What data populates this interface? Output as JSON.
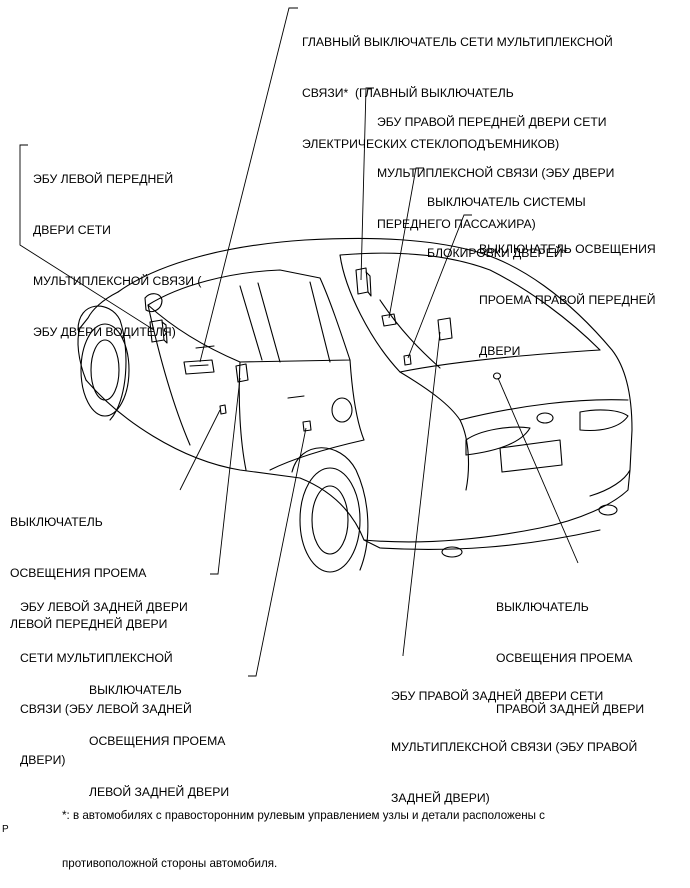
{
  "callouts": {
    "main_switch": [
      "ГЛАВНЫЙ ВЫКЛЮЧАТЕЛЬ СЕТИ МУЛЬТИПЛЕКСНОЙ",
      "СВЯЗИ*  (ГЛАВНЫЙ ВЫКЛЮЧАТЕЛЬ",
      "ЭЛЕКТРИЧЕСКИХ СТЕКЛОПОДЪЕМНИКОВ)"
    ],
    "front_right_ecu": [
      "ЭБУ ПРАВОЙ ПЕРЕДНЕЙ ДВЕРИ СЕТИ",
      "МУЛЬТИПЛЕКСНОЙ СВЯЗИ (ЭБУ ДВЕРИ",
      "ПЕРЕДНЕГО ПАССАЖИРА)"
    ],
    "front_left_ecu": [
      "ЭБУ ЛЕВОЙ ПЕРЕДНЕЙ",
      "ДВЕРИ СЕТИ",
      "МУЛЬТИПЛЕКСНОЙ СВЯЗИ (",
      "ЭБУ ДВЕРИ ВОДИТЕЛЯ)"
    ],
    "door_lock_switch": [
      "ВЫКЛЮЧАТЕЛЬ СИСТЕМЫ",
      "БЛОКИРОВКИ ДВЕРЕЙ*"
    ],
    "front_right_courtesy": [
      "ВЫКЛЮЧАТЕЛЬ ОСВЕЩЕНИЯ",
      "ПРОЕМА ПРАВОЙ ПЕРЕДНЕЙ",
      "ДВЕРИ"
    ],
    "front_left_courtesy": [
      "ВЫКЛЮЧАТЕЛЬ",
      "ОСВЕЩЕНИЯ ПРОЕМА",
      "ЛЕВОЙ ПЕРЕДНЕЙ ДВЕРИ"
    ],
    "rear_left_ecu": [
      "ЭБУ ЛЕВОЙ ЗАДНЕЙ ДВЕРИ",
      "СЕТИ МУЛЬТИПЛЕКСНОЙ",
      "СВЯЗИ (ЭБУ ЛЕВОЙ ЗАДНЕЙ",
      "ДВЕРИ)"
    ],
    "rear_right_courtesy": [
      "ВЫКЛЮЧАТЕЛЬ",
      "ОСВЕЩЕНИЯ ПРОЕМА",
      "ПРАВОЙ ЗАДНЕЙ ДВЕРИ"
    ],
    "rear_left_courtesy": [
      "ВЫКЛЮЧАТЕЛЬ",
      "ОСВЕЩЕНИЯ ПРОЕМА",
      "ЛЕВОЙ ЗАДНЕЙ ДВЕРИ"
    ],
    "rear_right_ecu": [
      "ЭБУ ПРАВОЙ ЗАДНЕЙ ДВЕРИ СЕТИ",
      "МУЛЬТИПЛЕКСНОЙ СВЯЗИ (ЭБУ ПРАВОЙ",
      "ЗАДНЕЙ ДВЕРИ)"
    ]
  },
  "footnote": [
    "*: в автомобилях с правосторонним рулевым управлением узлы и детали расположены с",
    "противоположной стороны автомобиля."
  ],
  "figure_code": "P",
  "colors": {
    "line": "#000000",
    "background": "#ffffff"
  }
}
